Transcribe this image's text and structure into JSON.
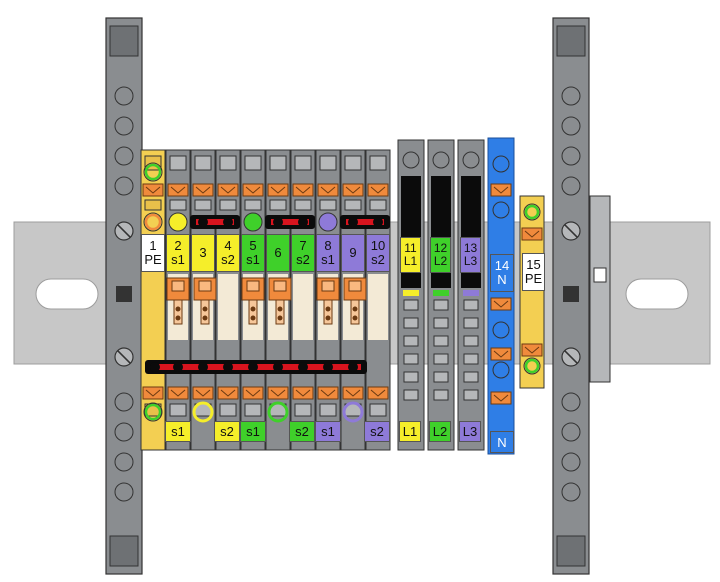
{
  "colors": {
    "rail": "#c7c7c7",
    "gray": "#8a8d90",
    "gray_dark": "#6e7174",
    "gray_light": "#b5b7b9",
    "orange": "#f08a3c",
    "red": "#d8141e",
    "yellow": "#f5ee2a",
    "pe_yellow": "#f3cf52",
    "green": "#3fd02a",
    "purple": "#8e7ad8",
    "blue": "#2f7ee6",
    "black": "#0b0b0b",
    "white": "#ffffff"
  },
  "icons": [
    "screw-icon",
    "spring-clamp-icon",
    "test-socket-icon",
    "knife-disconnect-icon",
    "fuse-icon"
  ],
  "terminals": [
    {
      "num": "1",
      "sub": "PE",
      "color": "white"
    },
    {
      "num": "2",
      "sub": "s1",
      "color": "yellow"
    },
    {
      "num": "3",
      "sub": "",
      "color": "yellow"
    },
    {
      "num": "4",
      "sub": "s2",
      "color": "yellow"
    },
    {
      "num": "5",
      "sub": "s1",
      "color": "green"
    },
    {
      "num": "6",
      "sub": "",
      "color": "green"
    },
    {
      "num": "7",
      "sub": "s2",
      "color": "green"
    },
    {
      "num": "8",
      "sub": "s1",
      "color": "purple"
    },
    {
      "num": "9",
      "sub": "",
      "color": "purple"
    },
    {
      "num": "10",
      "sub": "s2",
      "color": "purple"
    },
    {
      "num": "11",
      "sub": "L1",
      "color": "yellow"
    },
    {
      "num": "12",
      "sub": "L2",
      "color": "green"
    },
    {
      "num": "13",
      "sub": "L3",
      "color": "purple"
    },
    {
      "num": "14",
      "sub": "N",
      "color": "blue"
    },
    {
      "num": "15",
      "sub": "PE",
      "color": "white"
    }
  ],
  "bottom_tags": [
    {
      "text": "s1",
      "color": "yellow"
    },
    {
      "text": "s2",
      "color": "yellow"
    },
    {
      "text": "s1",
      "color": "green"
    },
    {
      "text": "s2",
      "color": "green"
    },
    {
      "text": "s1",
      "color": "purple"
    },
    {
      "text": "s2",
      "color": "purple"
    },
    {
      "text": "L1",
      "color": "yellow"
    },
    {
      "text": "L2",
      "color": "green"
    },
    {
      "text": "L3",
      "color": "purple"
    },
    {
      "text": "N",
      "color": "blue"
    }
  ]
}
